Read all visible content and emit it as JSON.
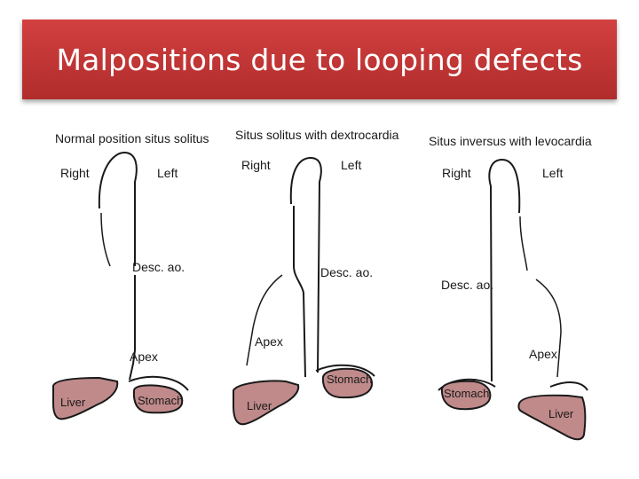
{
  "title": "Malpositions due to looping defects",
  "colors": {
    "title_bar": "#c23636",
    "organ_fill": "#c08a8a",
    "outline": "#1a1a1a"
  },
  "panels": [
    {
      "caption": "Normal position situs solitus",
      "right": "Right",
      "left": "Left",
      "desc_ao": "Desc. ao.",
      "apex": "Apex",
      "liver": "Liver",
      "stomach": "Stomach"
    },
    {
      "caption": "Situs solitus with dextrocardia",
      "right": "Right",
      "left": "Left",
      "desc_ao": "Desc. ao.",
      "apex": "Apex",
      "liver": "Liver",
      "stomach": "Stomach"
    },
    {
      "caption": "Situs inversus with levocardia",
      "right": "Right",
      "left": "Left",
      "desc_ao": "Desc. ao.",
      "apex": "Apex",
      "liver": "Liver",
      "stomach": "Stomach"
    }
  ]
}
